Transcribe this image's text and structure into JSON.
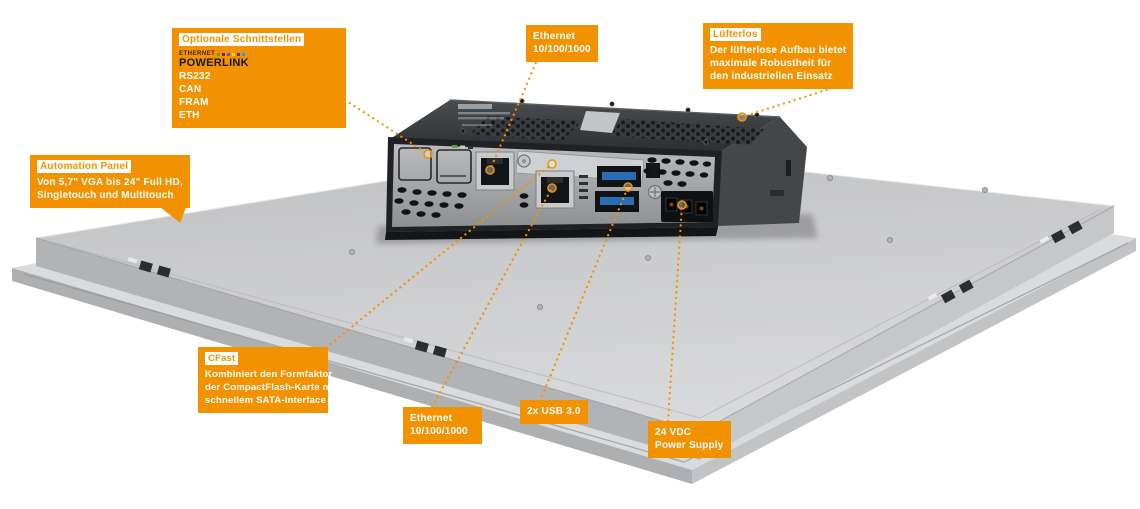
{
  "colors": {
    "accent": "#F39200",
    "panel_gray": "#C9CACC",
    "module_dark": "#3A3D40",
    "usb_blue": "#2A6DB5"
  },
  "callouts": {
    "optional_interfaces": {
      "title": "Optionale Schnittstellen",
      "logo_small": "ETHERNET",
      "logo": "POWERLINK",
      "items": [
        "RS232",
        "CAN",
        "FRAM",
        "ETH"
      ]
    },
    "automation_panel": {
      "title": "Automation Panel",
      "lines": [
        "Von 5,7\" VGA bis 24\" Full HD,",
        "Singletouch und Multitouch"
      ]
    },
    "ethernet_top": {
      "lines": [
        "Ethernet",
        "10/100/1000"
      ]
    },
    "fanless": {
      "title": "Lüfterlos",
      "lines": [
        "Der lüfterlose Aufbau bietet",
        "maximale Robustheit für",
        "den industriellen Einsatz"
      ]
    },
    "cfast": {
      "title": "CFast",
      "lines": [
        "Kombiniert den Formfaktor",
        "der CompactFlash-Karte mit",
        "schnellem SATA-Interface"
      ]
    },
    "ethernet_bottom": {
      "lines": [
        "Ethernet",
        "10/100/1000"
      ]
    },
    "usb": {
      "label": "2x USB 3.0"
    },
    "power": {
      "lines": [
        "24 VDC",
        "Power Supply"
      ]
    }
  }
}
